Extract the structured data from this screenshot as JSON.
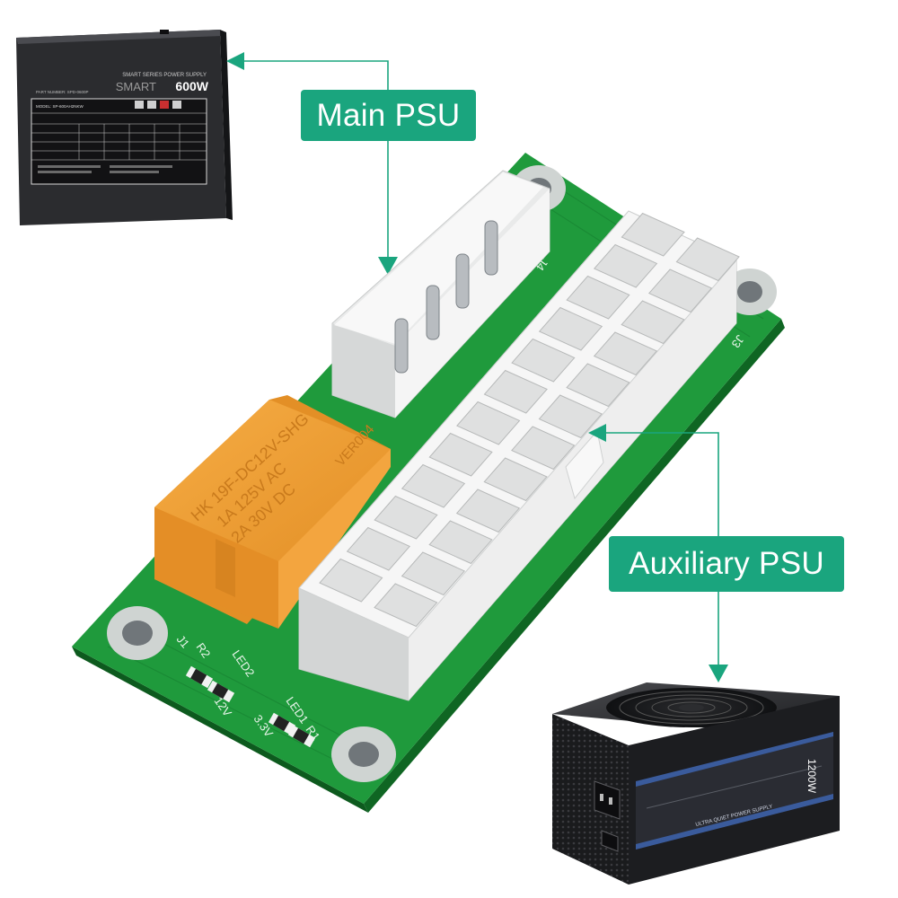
{
  "colors": {
    "accent": "#1aa57e",
    "pcb": "#1f9a3c",
    "pcb_dark": "#147a2c",
    "relay": "#f0a13a",
    "connector": "#f4f4f4",
    "psu_body": "#222326"
  },
  "labels": {
    "main_psu": "Main PSU",
    "auxiliary_psu": "Auxiliary PSU"
  },
  "main_psu_unit": {
    "series": "SMART SERIES POWER SUPPLY",
    "brand": "SMART",
    "wattage": "600W",
    "part_number": "PART NUMBER: SPD-0600P",
    "model": "MODEL: SP-600AH2NKW"
  },
  "relay": {
    "line1": "HK 19F-DC12V-SHG",
    "line2": "1A   125V   AC",
    "line3": "2A   30V    DC",
    "line4": "VER004"
  },
  "board": {
    "silkscreen": [
      "J1",
      "J3",
      "J4",
      "LED1",
      "LED2",
      "R1",
      "R2",
      "12V",
      "3.3V"
    ]
  },
  "aux_psu_unit": {
    "wattage": "1200W",
    "tagline": "ULTRA QUIET POWER SUPPLY"
  }
}
